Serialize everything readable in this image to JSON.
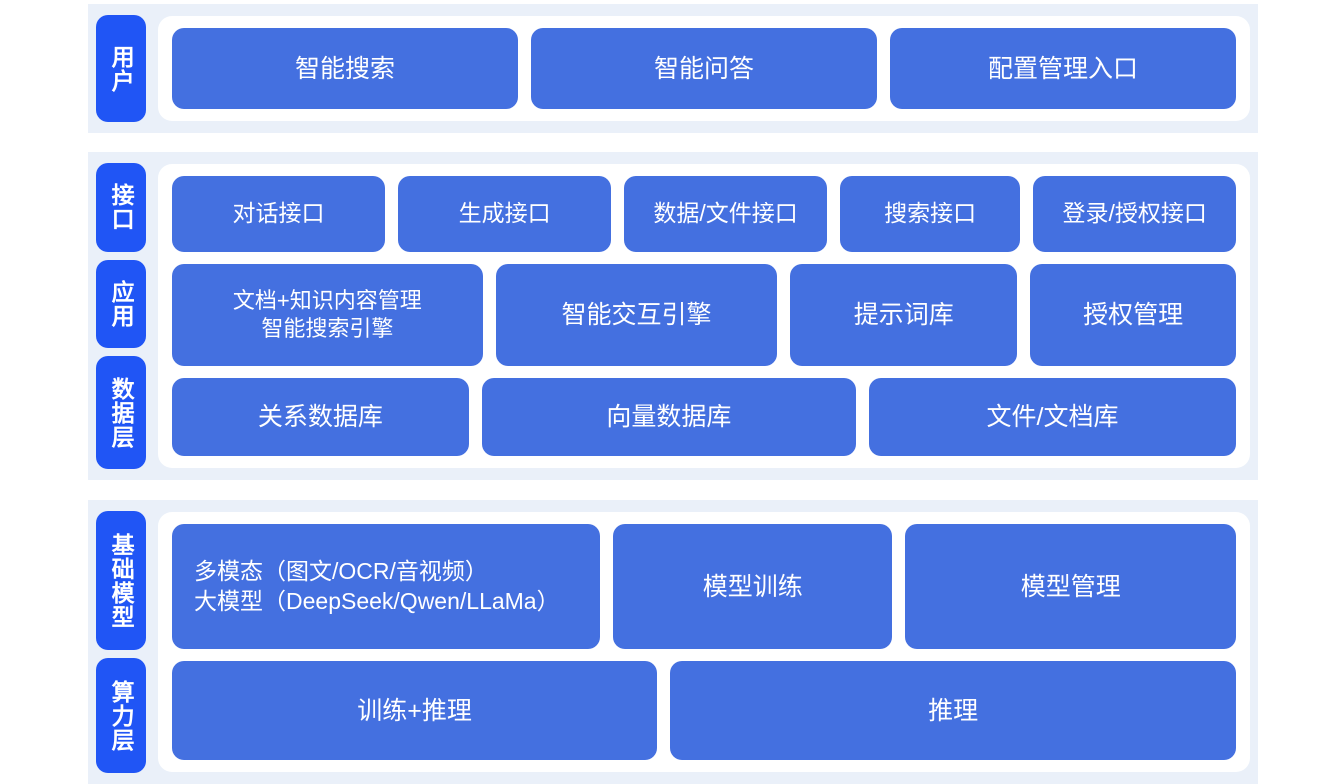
{
  "theme": {
    "page_background": "#ffffff",
    "band_background": "#eaf0f9",
    "card_background": "#ffffff",
    "tab_color": "#2055f5",
    "box_color": "#4470e0",
    "text_color": "#ffffff"
  },
  "sections": [
    {
      "id": "user",
      "tabs": [
        {
          "label": "用户"
        }
      ],
      "rows": [
        {
          "id": "user",
          "boxes": [
            {
              "label": "智能搜索"
            },
            {
              "label": "智能问答"
            },
            {
              "label": "配置管理入口"
            }
          ]
        }
      ]
    },
    {
      "id": "middle",
      "tabs": [
        {
          "label": "接口"
        },
        {
          "label": "应用"
        },
        {
          "label": "数据层"
        }
      ],
      "rows": [
        {
          "id": "interface",
          "boxes": [
            {
              "label": "对话接口"
            },
            {
              "label": "生成接口"
            },
            {
              "label": "数据/文件接口"
            },
            {
              "label": "搜索接口"
            },
            {
              "label": "登录/授权接口"
            }
          ]
        },
        {
          "id": "application",
          "boxes": [
            {
              "label": "文档+知识内容管理\n智能搜索引擎"
            },
            {
              "label": "智能交互引擎"
            },
            {
              "label": "提示词库"
            },
            {
              "label": "授权管理"
            }
          ]
        },
        {
          "id": "data",
          "boxes": [
            {
              "label": "关系数据库"
            },
            {
              "label": "向量数据库"
            },
            {
              "label": "文件/文档库"
            }
          ]
        }
      ]
    },
    {
      "id": "infra",
      "tabs": [
        {
          "label": "基础模型"
        },
        {
          "label": "算力层"
        }
      ],
      "rows": [
        {
          "id": "model",
          "boxes": [
            {
              "label": "多模态（图文/OCR/音视频）\n大模型（DeepSeek/Qwen/LLaMa）"
            },
            {
              "label": "模型训练"
            },
            {
              "label": "模型管理"
            }
          ]
        },
        {
          "id": "compute",
          "boxes": [
            {
              "label": "训练+推理"
            },
            {
              "label": "推理"
            }
          ]
        }
      ]
    }
  ]
}
